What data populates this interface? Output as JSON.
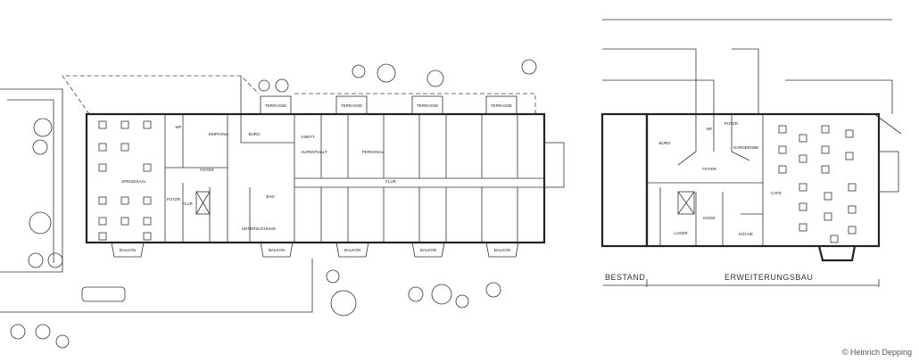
{
  "rooms_left": {
    "speisesaal": "SPEISESAAL",
    "wf": "WF",
    "empfang": "EMPFANG",
    "buero": "BÜRO",
    "foyer": "FOYER",
    "putzr": "PUTZR.",
    "flur": "FLUR",
    "bad": "BAD",
    "untersuchung": "UNTERSUCHUNG",
    "aufenthalt": "AUFENTHALT",
    "personal": "PERSONAL",
    "flur2": "FLUR",
    "bett": "2-BETT"
  },
  "terraces": [
    "TERRASSE",
    "TERRASSE",
    "TERRASSE",
    "TERRASSE"
  ],
  "balconies": [
    "BALKON",
    "BALKON",
    "BALKON",
    "BALKON",
    "BALKON"
  ],
  "rooms_right": {
    "buero": "BÜRO",
    "wf": "WF",
    "putzr": "PUTZR.",
    "garderobe": "GARDEROBE",
    "foyer": "FOYER",
    "cafe": "CAFE",
    "kiosk": "KIOSK",
    "lager": "LAGER",
    "kueche": "KÜCHE"
  },
  "sections": {
    "bestand": "BESTAND",
    "erweiterungsbau": "ERWEITERUNGSBAU"
  },
  "credit": "© Heinrich Depping"
}
